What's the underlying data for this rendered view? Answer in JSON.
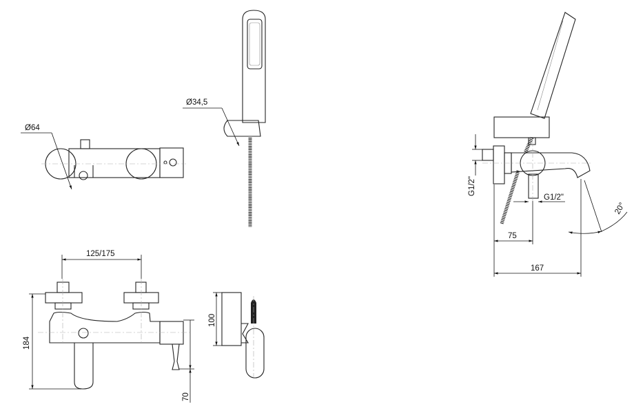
{
  "dimensions": {
    "dia_body": "Ø64",
    "dia_shower": "Ø34,5",
    "centres": "125/175",
    "height_total": "184",
    "height_holder": "100",
    "height_lever": "70",
    "thread_inlet": "G1/2\"",
    "thread_outlet": "G1/2\"",
    "depth_outlet": "75",
    "depth_total": "167",
    "spout_angle": "20°"
  }
}
